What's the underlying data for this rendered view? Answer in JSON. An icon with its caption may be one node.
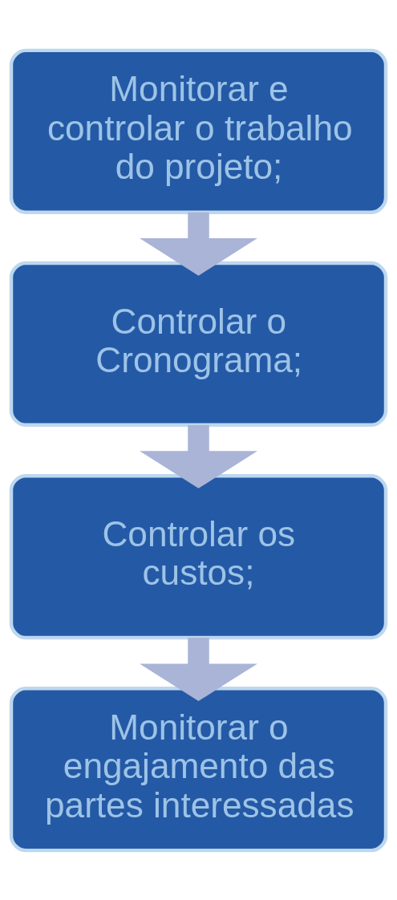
{
  "diagram": {
    "nodes": [
      {
        "text": [
          "Monitorar e controlar o trabalho do projeto;"
        ]
      },
      {
        "text": [
          "Controlar o Cronograma;"
        ]
      },
      {
        "text": [
          "Controlar os custos;"
        ]
      },
      {
        "text": [
          "Monitorar o engajamento das partes interessadas"
        ]
      }
    ],
    "edges": [
      {
        "from": 0,
        "to": 1,
        "arrow": "to"
      },
      {
        "from": 1,
        "to": 2,
        "arrow": "to"
      },
      {
        "from": 2,
        "to": 3,
        "arrow": "to"
      }
    ]
  }
}
